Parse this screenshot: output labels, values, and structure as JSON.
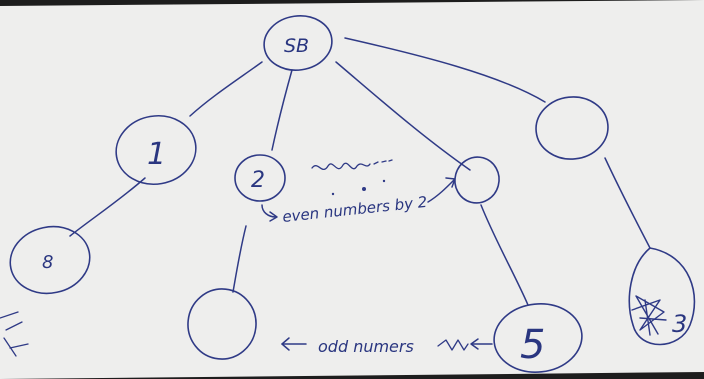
{
  "diagram": {
    "nodes": [
      {
        "id": "root",
        "label": "SB"
      },
      {
        "id": "n1",
        "label": "1"
      },
      {
        "id": "n2",
        "label": "2"
      },
      {
        "id": "n3",
        "label": ""
      },
      {
        "id": "n4",
        "label": ""
      },
      {
        "id": "n1a",
        "label": "8"
      },
      {
        "id": "n2a",
        "label": ""
      },
      {
        "id": "n3a",
        "label": "5"
      },
      {
        "id": "n4a",
        "label": "3"
      }
    ],
    "edges": [
      [
        "root",
        "n1"
      ],
      [
        "root",
        "n2"
      ],
      [
        "root",
        "n3"
      ],
      [
        "root",
        "n4"
      ],
      [
        "n1",
        "n1a"
      ],
      [
        "n2",
        "n2a"
      ],
      [
        "n3",
        "n3a"
      ],
      [
        "n4",
        "n4a"
      ]
    ],
    "annotations": {
      "even_note": "even numbers by 2",
      "odd_note": "odd numers"
    }
  },
  "colors": {
    "ink": "#2f3a86",
    "paper": "#eeeeed"
  }
}
